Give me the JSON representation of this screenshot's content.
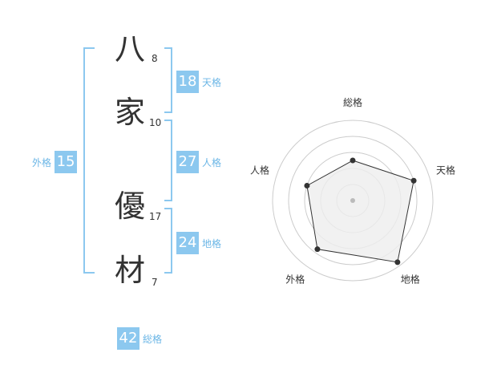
{
  "name": {
    "characters": [
      {
        "char": "八",
        "strokes": "8"
      },
      {
        "char": "家",
        "strokes": "10"
      },
      {
        "char": "優",
        "strokes": "17"
      },
      {
        "char": "材",
        "strokes": "7"
      }
    ]
  },
  "fortunes": {
    "tenkaku": {
      "value": "18",
      "label": "天格"
    },
    "jinkaku": {
      "value": "27",
      "label": "人格"
    },
    "chikaku": {
      "value": "24",
      "label": "地格"
    },
    "gaikaku": {
      "value": "15",
      "label": "外格"
    },
    "soukaku": {
      "value": "42",
      "label": "総格"
    }
  },
  "radar": {
    "axes": [
      "総格",
      "天格",
      "地格",
      "外格",
      "人格"
    ],
    "values": [
      0.5,
      0.8,
      0.95,
      0.75,
      0.6
    ],
    "colors": {
      "fill": "#eeeeee",
      "line": "#333333",
      "grid": "#cccccc",
      "center": "#bbbbbb"
    }
  },
  "colors": {
    "accent": "#8cc8ef",
    "accent_text": "#6bb6e6",
    "bracket": "#8cc8ef"
  }
}
